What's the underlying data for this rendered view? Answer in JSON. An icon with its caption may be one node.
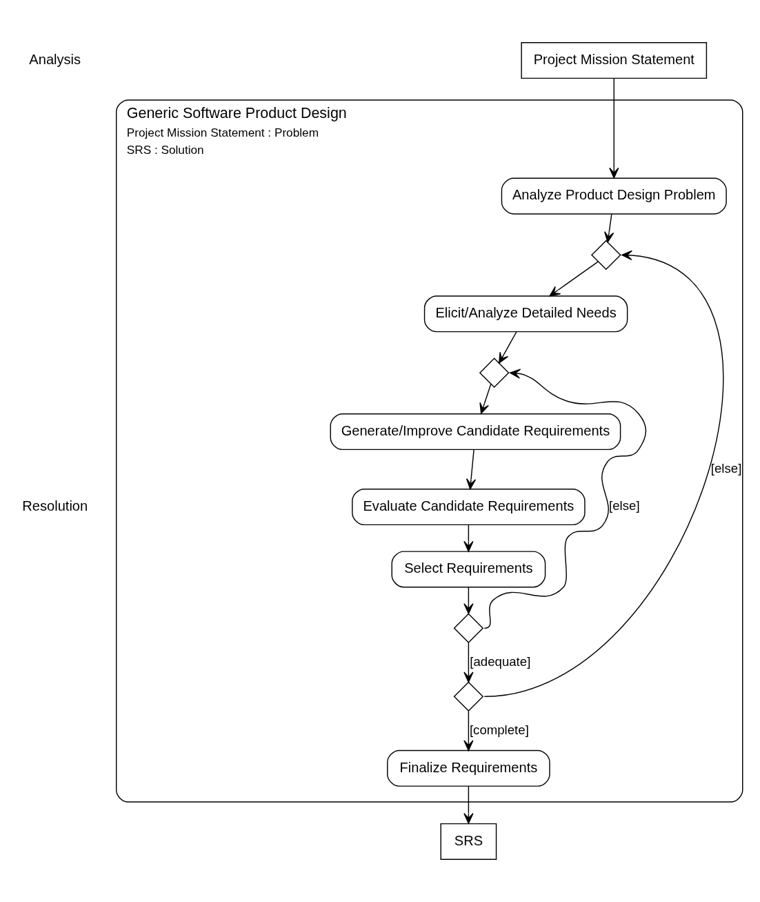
{
  "diagram": {
    "nodes": [
      {
        "text": [
          "Generic Software Product Design",
          "Project Mission Statement : Problem",
          "SRS : Solution"
        ]
      },
      {
        "text": [
          "Project Mission Statement"
        ]
      },
      {
        "text": [
          "Analyze Product Design Problem"
        ],
        "in": 0
      },
      {
        "text": [],
        "shape": "diamond",
        "in": 0
      },
      {
        "text": [
          "Elicit/Analyze Detailed Needs"
        ],
        "in": 0
      },
      {
        "text": [],
        "shape": "diamond",
        "in": 0
      },
      {
        "text": [
          "Generate/Improve Candidate Requirements"
        ],
        "in": 0
      },
      {
        "text": [
          "Evaluate Candidate Requirements"
        ],
        "in": 0
      },
      {
        "text": [
          "Select Requirements"
        ],
        "in": 0
      },
      {
        "text": [],
        "shape": "diamond",
        "in": 0
      },
      {
        "text": [],
        "shape": "diamond",
        "in": 0
      },
      {
        "text": [
          "Finalize Requirements"
        ],
        "in": 0
      },
      {
        "text": [
          "SRS"
        ]
      }
    ],
    "edges": [
      {
        "from": 1,
        "to": 2,
        "arrow": "to"
      },
      {
        "from": 2,
        "to": 3,
        "arrow": "to"
      },
      {
        "from": 3,
        "to": 4,
        "arrow": "to"
      },
      {
        "from": 4,
        "to": 5,
        "arrow": "to"
      },
      {
        "from": 5,
        "to": 6,
        "arrow": "to"
      },
      {
        "from": 6,
        "to": 7,
        "arrow": "to"
      },
      {
        "from": 7,
        "to": 8,
        "arrow": "to"
      },
      {
        "from": 8,
        "to": 9,
        "arrow": "to"
      },
      {
        "from": 9,
        "to": 5,
        "arrow": "to",
        "label": "[else]"
      },
      {
        "from": 9,
        "to": 10,
        "arrow": "to",
        "label": "[adequate]"
      },
      {
        "from": 10,
        "to": 3,
        "arrow": "to",
        "label": "[else]"
      },
      {
        "from": 10,
        "to": 11,
        "arrow": "to",
        "label": "[complete]"
      },
      {
        "from": 11,
        "to": 12,
        "arrow": "to"
      }
    ],
    "labels": [
      "Analysis",
      "Resolution"
    ]
  }
}
